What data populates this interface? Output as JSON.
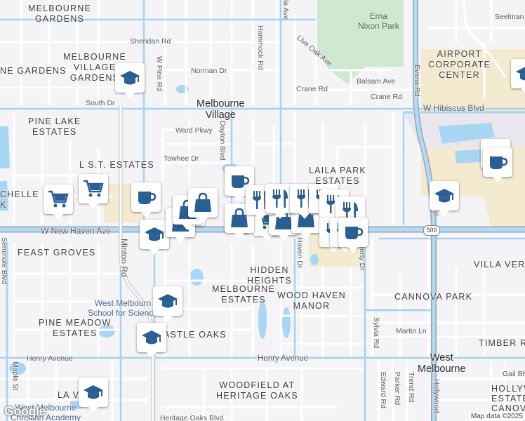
{
  "labels": {
    "areas": [
      {
        "id": "melbourne-gardens",
        "text": "MELBOURNE",
        "line2": "GARDENS"
      },
      {
        "id": "ne-gardens",
        "text": "NE GARDENS"
      },
      {
        "id": "melbourne-village-gardens",
        "text": "MELBOURNE",
        "line2": "VILLAGE",
        "line3": "GARDENS"
      },
      {
        "id": "pine-lake-estates",
        "text": "PINE LAKE",
        "line2": "ESTATES"
      },
      {
        "id": "lst-estates",
        "text": "L S.T. ESTATES"
      },
      {
        "id": "chelle-k",
        "text": "CHELLE",
        "line2": "K"
      },
      {
        "id": "laila-park-estates",
        "text": "LAILA PARK",
        "line2": "ESTATES"
      },
      {
        "id": "airport-corporate-center",
        "text": "AIRPORT",
        "line2": "CORPORATE",
        "line3": "CENTER"
      },
      {
        "id": "east-groves",
        "text": "FEAST GROVES"
      },
      {
        "id": "hidden-heights",
        "text": "HIDDEN",
        "line2": "HEIGHTS"
      },
      {
        "id": "melbourne-estates",
        "text": "MELBOURNE",
        "line2": "ESTATES"
      },
      {
        "id": "wood-haven-manor",
        "text": "WOOD HAVEN",
        "line2": "MANOR"
      },
      {
        "id": "cannova-park",
        "text": "CANNOVA PARK"
      },
      {
        "id": "villa-verde",
        "text": "VILLA VER"
      },
      {
        "id": "pine-meadow-estates",
        "text": "PINE MEADOW",
        "line2": "ESTATES"
      },
      {
        "id": "castle-oaks",
        "text": "ASTLE OAKS"
      },
      {
        "id": "timber-ridge",
        "text": "TIMBER R"
      },
      {
        "id": "woodfield",
        "text": "WOODFIELD AT",
        "line2": "HERITAGE OAKS"
      },
      {
        "id": "hollywood-estates",
        "text": "HOLLYW",
        "line2": "ESTATES",
        "line3": "CANOVA"
      },
      {
        "id": "la-vi",
        "text": "LA V"
      }
    ],
    "towns": [
      {
        "id": "melbourne-village",
        "text": "Melbourne",
        "line2": "Village"
      },
      {
        "id": "west-melbourne",
        "text": "West",
        "line2": "Melbourne"
      }
    ],
    "parks": [
      {
        "id": "erna-nixon-park",
        "text": "Erna",
        "line2": "Nixon Park"
      }
    ],
    "schools": [
      {
        "id": "west-melbourne-school",
        "text": "West Melbourn",
        "line2": "School for Science"
      },
      {
        "id": "west-melbourne-christian",
        "text": "West Melbourne",
        "line2": "Christian Academy"
      }
    ],
    "roads": [
      {
        "id": "sheridan-rd",
        "text": "Sheridan Rd"
      },
      {
        "id": "w-pine-rd",
        "text": "W Pine Rd"
      },
      {
        "id": "hammock-rd",
        "text": "Hammock Rd"
      },
      {
        "id": "norman-dr",
        "text": "Norman Dr"
      },
      {
        "id": "live-oak-ave",
        "text": "Live Oak Ave"
      },
      {
        "id": "la-ave",
        "text": "la Ave"
      },
      {
        "id": "crane-rd-1",
        "text": "Crane Rd"
      },
      {
        "id": "crane-rd-2",
        "text": "Crane Rd"
      },
      {
        "id": "balsam-ave",
        "text": "Balsam Ave"
      },
      {
        "id": "evans-rd",
        "text": "Evans Rd"
      },
      {
        "id": "seelman",
        "text": "Seelman"
      },
      {
        "id": "south-dr",
        "text": "South Dr"
      },
      {
        "id": "w-hibiscus-blvd",
        "text": "W Hibiscus Blvd"
      },
      {
        "id": "ward-pkwy",
        "text": "Ward Pkwy"
      },
      {
        "id": "dayton-blvd",
        "text": "Dayton Blvd"
      },
      {
        "id": "towhee-dr",
        "text": "Towhee Dr"
      },
      {
        "id": "w-new-haven-ave",
        "text": "W New Haven Ave"
      },
      {
        "id": "minton-rd",
        "text": "Minton Rd"
      },
      {
        "id": "haven-dr",
        "text": "Haven Dr"
      },
      {
        "id": "doherty-dr",
        "text": "Doherty Dr"
      },
      {
        "id": "seminole-blvd",
        "text": "Seminole Blvd"
      },
      {
        "id": "sylvia-rd",
        "text": "Sylvia Rd"
      },
      {
        "id": "martin-ln",
        "text": "Martin Ln"
      },
      {
        "id": "henry-avenue-1",
        "text": "Henry Avenue"
      },
      {
        "id": "henry-avenue-2",
        "text": "Henry Avenue"
      },
      {
        "id": "maple-st",
        "text": "Maple St"
      },
      {
        "id": "edward-rd",
        "text": "Edward Rd"
      },
      {
        "id": "parker-rd",
        "text": "Parker Rd"
      },
      {
        "id": "trend-rd",
        "text": "Trend Rd"
      },
      {
        "id": "hollywood",
        "text": "Hollywood"
      },
      {
        "id": "gail-blvd",
        "text": "Gail Blv"
      },
      {
        "id": "heritage-oaks-blvd",
        "text": "Heritage Oaks Blvd"
      },
      {
        "id": "evans-rd-2",
        "text": "Evans Rd"
      }
    ],
    "shields": [
      {
        "id": "sr-500",
        "text": "500"
      }
    ]
  },
  "pins": [
    {
      "icon": "school"
    },
    {
      "icon": "school"
    },
    {
      "icon": "school"
    },
    {
      "icon": "school"
    },
    {
      "icon": "school"
    },
    {
      "icon": "school"
    },
    {
      "icon": "school"
    },
    {
      "icon": "cafe"
    },
    {
      "icon": "cafe"
    },
    {
      "icon": "cafe"
    },
    {
      "icon": "cafe"
    },
    {
      "icon": "grocery"
    },
    {
      "icon": "grocery"
    },
    {
      "icon": "grocery"
    },
    {
      "icon": "grocery"
    },
    {
      "icon": "grocery"
    },
    {
      "icon": "shopping"
    },
    {
      "icon": "shopping"
    },
    {
      "icon": "shopping"
    },
    {
      "icon": "shopping"
    },
    {
      "icon": "shopping"
    },
    {
      "icon": "shopping"
    },
    {
      "icon": "restaurant"
    },
    {
      "icon": "restaurant"
    },
    {
      "icon": "restaurant"
    },
    {
      "icon": "restaurant"
    },
    {
      "icon": "restaurant"
    },
    {
      "icon": "restaurant"
    },
    {
      "icon": "restaurant"
    },
    {
      "icon": "restaurant"
    },
    {
      "icon": "cafe"
    }
  ],
  "attribution": {
    "logo": "Google",
    "text": "Map data ©2025"
  },
  "colors": {
    "pin_icon": "#2a5f94",
    "major_road": "#9ec9e8",
    "arterial_outline": "#8aa8bf",
    "park": "#cfe8d1",
    "water": "#a9d6f2",
    "commercial": "#f6ecd0"
  }
}
